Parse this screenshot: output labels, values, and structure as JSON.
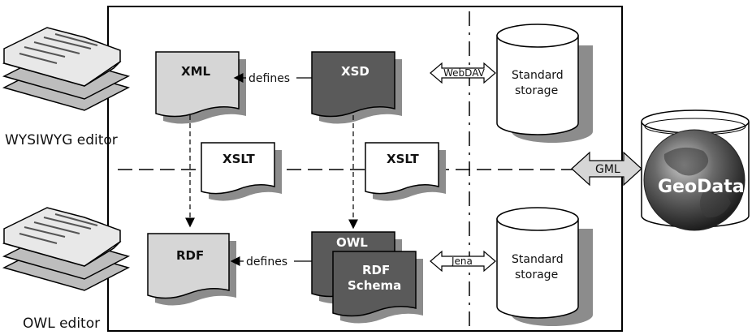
{
  "editors": {
    "wysiwyg_label": "WYSIWYG editor",
    "owl_label": "OWL editor"
  },
  "documents": {
    "xml": "XML",
    "xsd": "XSD",
    "rdf": "RDF",
    "owl": "OWL",
    "rdf_schema_line1": "RDF",
    "rdf_schema_line2": "Schema",
    "xslt_left": "XSLT",
    "xslt_right": "XSLT"
  },
  "connectors": {
    "defines_top": "defines",
    "defines_bottom": "defines",
    "webdav": "WebDAV",
    "jena": "Jena",
    "gml": "GML"
  },
  "storage": {
    "top_line1": "Standard",
    "top_line2": "storage",
    "bottom_line1": "Standard",
    "bottom_line2": "storage"
  },
  "geodata": {
    "label": "GeoData"
  },
  "colors": {
    "light_doc": "#d6d6d6",
    "dark_doc": "#5a5a5a",
    "shadow": "#8c8c8c",
    "line": "#000000"
  }
}
